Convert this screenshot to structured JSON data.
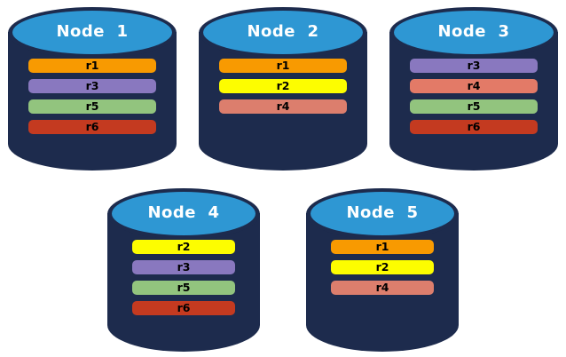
{
  "diagram": {
    "background": "#ffffff",
    "colors": {
      "cylinder_body": "#1d2b4d",
      "cylinder_top": "#2e97d3",
      "title_text": "#ffffff",
      "bar_text": "#000000"
    },
    "nodes": [
      {
        "label": "Node  1",
        "replicas": [
          {
            "id": "r1",
            "color": "#f89a01"
          },
          {
            "id": "r3",
            "color": "#8978bf"
          },
          {
            "id": "r5",
            "color": "#92c47e"
          },
          {
            "id": "r6",
            "color": "#c43a20"
          }
        ]
      },
      {
        "label": "Node  2",
        "replicas": [
          {
            "id": "r1",
            "color": "#f89a01"
          },
          {
            "id": "r2",
            "color": "#fdfd00"
          },
          {
            "id": "r4",
            "color": "#dc7e6d"
          }
        ]
      },
      {
        "label": "Node  3",
        "replicas": [
          {
            "id": "r3",
            "color": "#8978bf"
          },
          {
            "id": "r4",
            "color": "#e37a67"
          },
          {
            "id": "r5",
            "color": "#92c47e"
          },
          {
            "id": "r6",
            "color": "#c43a20"
          }
        ]
      },
      {
        "label": "Node  4",
        "replicas": [
          {
            "id": "r2",
            "color": "#fdfd00"
          },
          {
            "id": "r3",
            "color": "#8978bf"
          },
          {
            "id": "r5",
            "color": "#92c47e"
          },
          {
            "id": "r6",
            "color": "#c43a20"
          }
        ]
      },
      {
        "label": "Node  5",
        "replicas": [
          {
            "id": "r1",
            "color": "#f89a01"
          },
          {
            "id": "r2",
            "color": "#fdfd00"
          },
          {
            "id": "r4",
            "color": "#dc7e6d"
          }
        ]
      }
    ]
  }
}
